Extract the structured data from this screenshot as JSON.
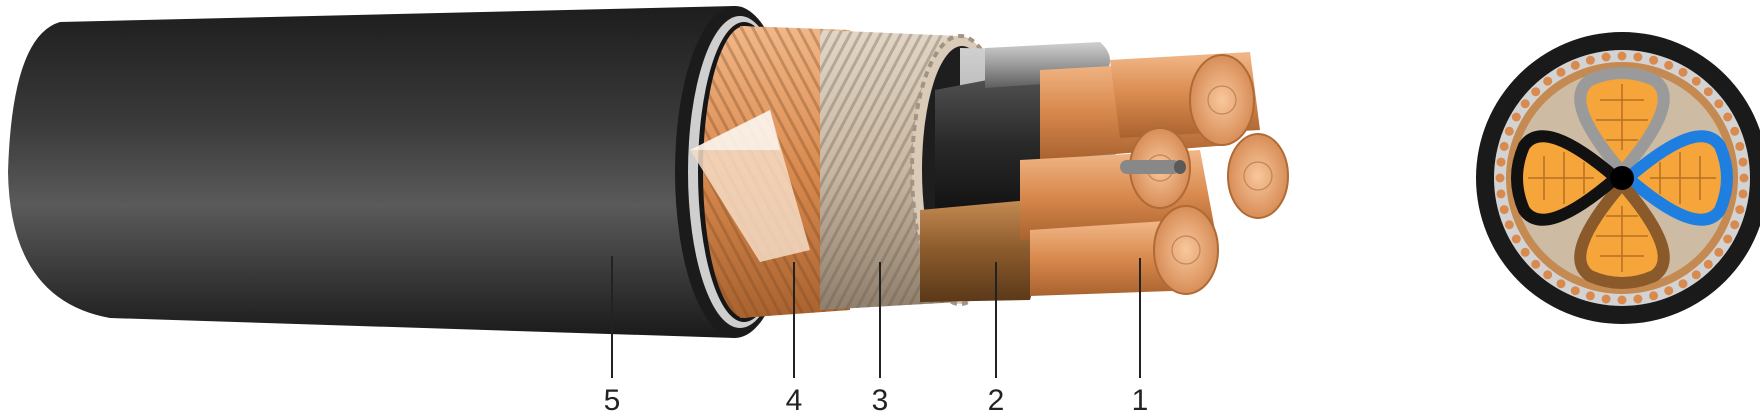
{
  "callouts": [
    {
      "id": "part-5",
      "label": "5",
      "part": "outer-sheath"
    },
    {
      "id": "part-4",
      "label": "4",
      "part": "copper-wire-screen"
    },
    {
      "id": "part-3",
      "label": "3",
      "part": "armour"
    },
    {
      "id": "part-2",
      "label": "2",
      "part": "core-insulation"
    },
    {
      "id": "part-1",
      "label": "1",
      "part": "copper-conductor"
    }
  ],
  "colors": {
    "sheath": "#2b2b2b",
    "copper": "#d98a4e",
    "copper_light": "#f2b889",
    "armour": "#c9b8a3",
    "insulation_black": "#1a1a1a",
    "insulation_brown": "#8a5a2b",
    "insulation_grey": "#9a9a9a",
    "insulation_blue": "#1f7fe0",
    "cross_section_core": "#f5a53a"
  }
}
